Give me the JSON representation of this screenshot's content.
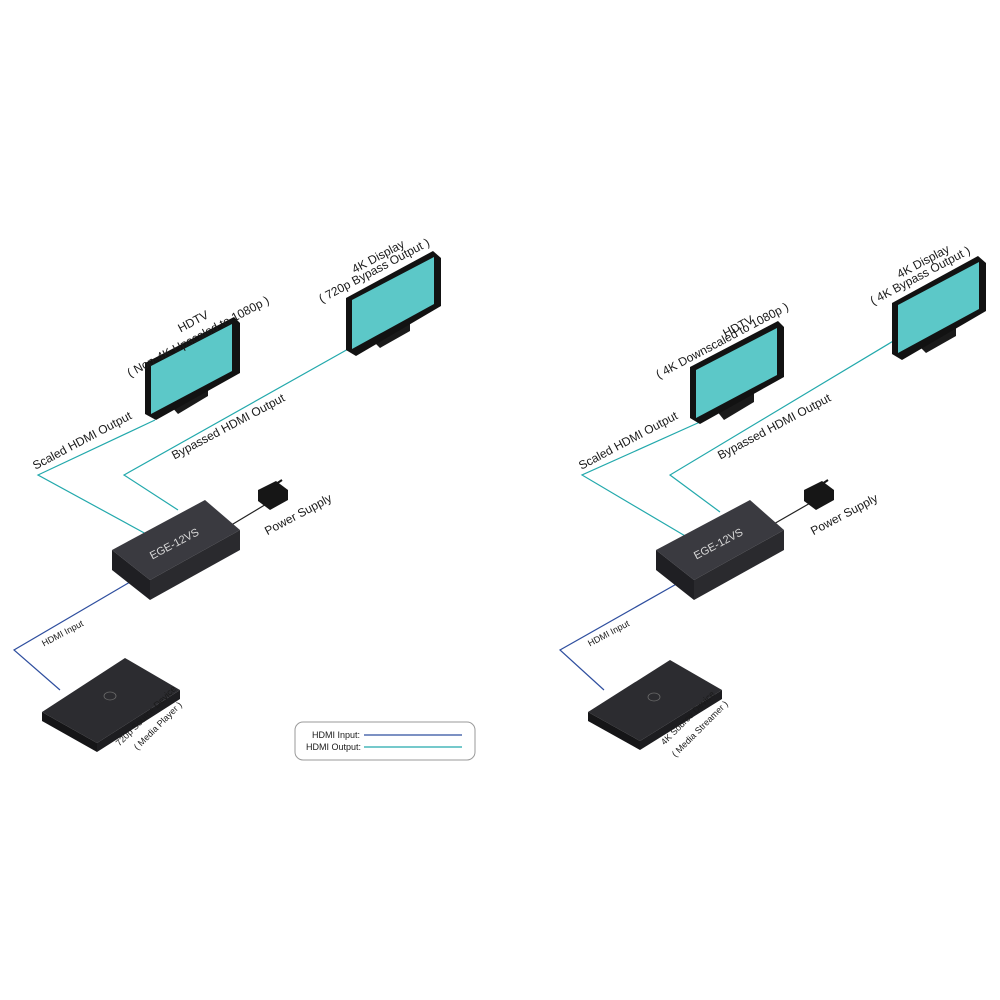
{
  "colors": {
    "hdmi_input": "#2f4f9f",
    "hdmi_output": "#23a9ac",
    "screen": "#5cc8c8",
    "device_dark": "#3a3a40"
  },
  "left": {
    "hdtv": {
      "title": "HDTV",
      "subtitle": "( Non-4K Upscaled to 1080p )"
    },
    "display4k": {
      "title": "4K Display",
      "subtitle": "( 720p Bypass Output )"
    },
    "scaled_label": "Scaled HDMI Output",
    "bypassed_label": "Bypassed HDMI Output",
    "device_label": "EGE-12VS",
    "power_label": "Power Supply",
    "input_label": "HDMI Input",
    "source": {
      "title": "720p Source Device",
      "subtitle": "( Media Player )"
    }
  },
  "right": {
    "hdtv": {
      "title": "HDTV",
      "subtitle": "( 4K Downscaled to 1080p )"
    },
    "display4k": {
      "title": "4K Display",
      "subtitle": "( 4K Bypass Output )"
    },
    "scaled_label": "Scaled HDMI Output",
    "bypassed_label": "Bypassed HDMI Output",
    "device_label": "EGE-12VS",
    "power_label": "Power Supply",
    "input_label": "HDMI Input",
    "source": {
      "title": "4K Source Device",
      "subtitle": "( Media Streamer )"
    }
  },
  "legend": {
    "input_label": "HDMI Input:",
    "output_label": "HDMI Output:"
  }
}
